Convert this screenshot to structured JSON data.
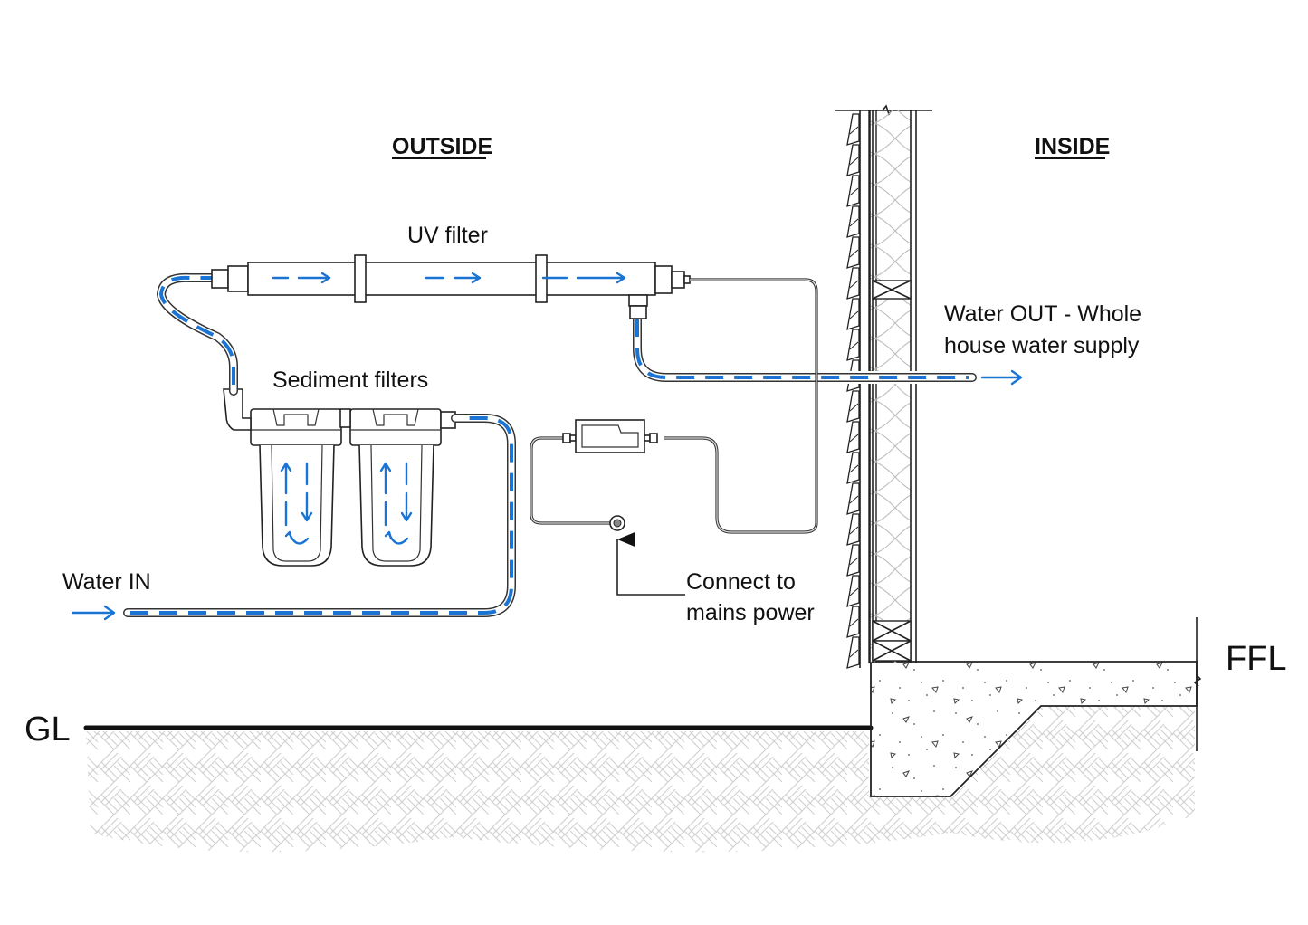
{
  "labels": {
    "outside": "OUTSIDE",
    "inside": "INSIDE",
    "uv_filter": "UV filter",
    "sediment_filters": "Sediment filters",
    "water_in": "Water IN",
    "water_out_line1": "Water OUT - Whole",
    "water_out_line2": "house water supply",
    "power_line1": "Connect to",
    "power_line2": "mains power",
    "ground_level": "GL",
    "finished_floor_level": "FFL"
  },
  "colors": {
    "water_flow": "#1a74d4",
    "line": "#222222",
    "hatch": "#cfcfcf",
    "insulation": "#bdbdbd"
  }
}
